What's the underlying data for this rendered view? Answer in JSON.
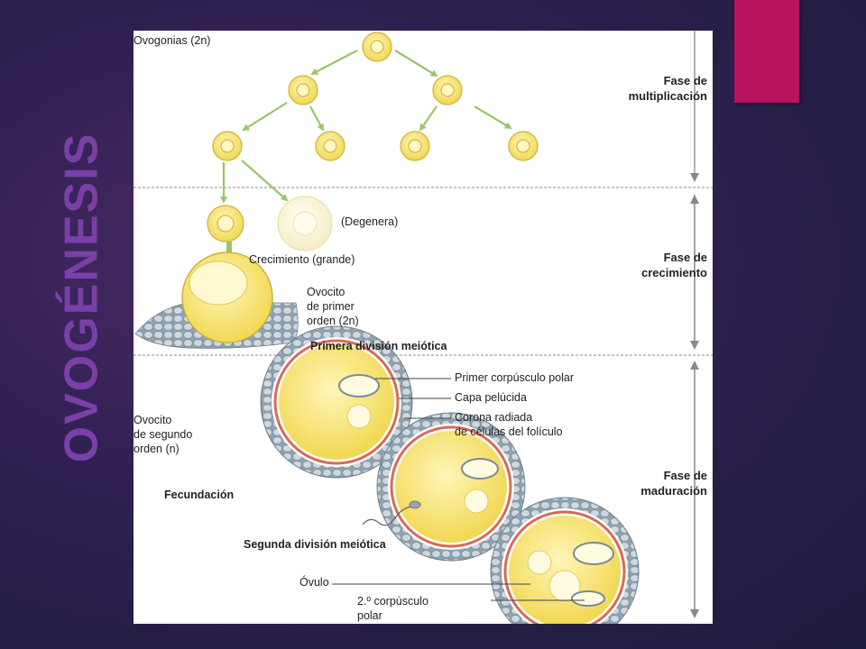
{
  "slide": {
    "title": "OVOGÉNESIS",
    "accent_color": "#b7135f",
    "title_color": "#7b3fa8"
  },
  "diagram": {
    "labels": {
      "ovogonias": "Ovogonias (2n)",
      "degenera": "(Degenera)",
      "crecimiento": "Crecimiento (grande)",
      "ovocito_primer": [
        "Ovocito",
        "de primer",
        "orden (2n)"
      ],
      "primera_division": "Primera división meiótica",
      "primer_corpusculo": "Primer corpúsculo polar",
      "capa_pelucida": "Capa pelúcida",
      "corona_radiada": [
        "Corona radiada",
        "de células del folículo"
      ],
      "ovocito_segundo": [
        "Ovocito",
        "de segundo",
        "orden (n)"
      ],
      "fecundacion": "Fecundación",
      "segunda_division": "Segunda división meiótica",
      "ovulo": "Óvulo",
      "segundo_corpusculo": [
        "2.º corpúsculo",
        "polar"
      ]
    },
    "phases": [
      {
        "name": [
          "Fase de",
          "multiplicación"
        ]
      },
      {
        "name": [
          "Fase de",
          "crecimiento"
        ]
      },
      {
        "name": [
          "Fase de",
          "maduración"
        ]
      }
    ],
    "colors": {
      "cell_fill": "#f3df6a",
      "cell_edge": "#d8c040",
      "arrow": "#9cc46a",
      "follicle": "#a9b8c4",
      "zona": "#d96a55",
      "separator": "#777777"
    }
  }
}
